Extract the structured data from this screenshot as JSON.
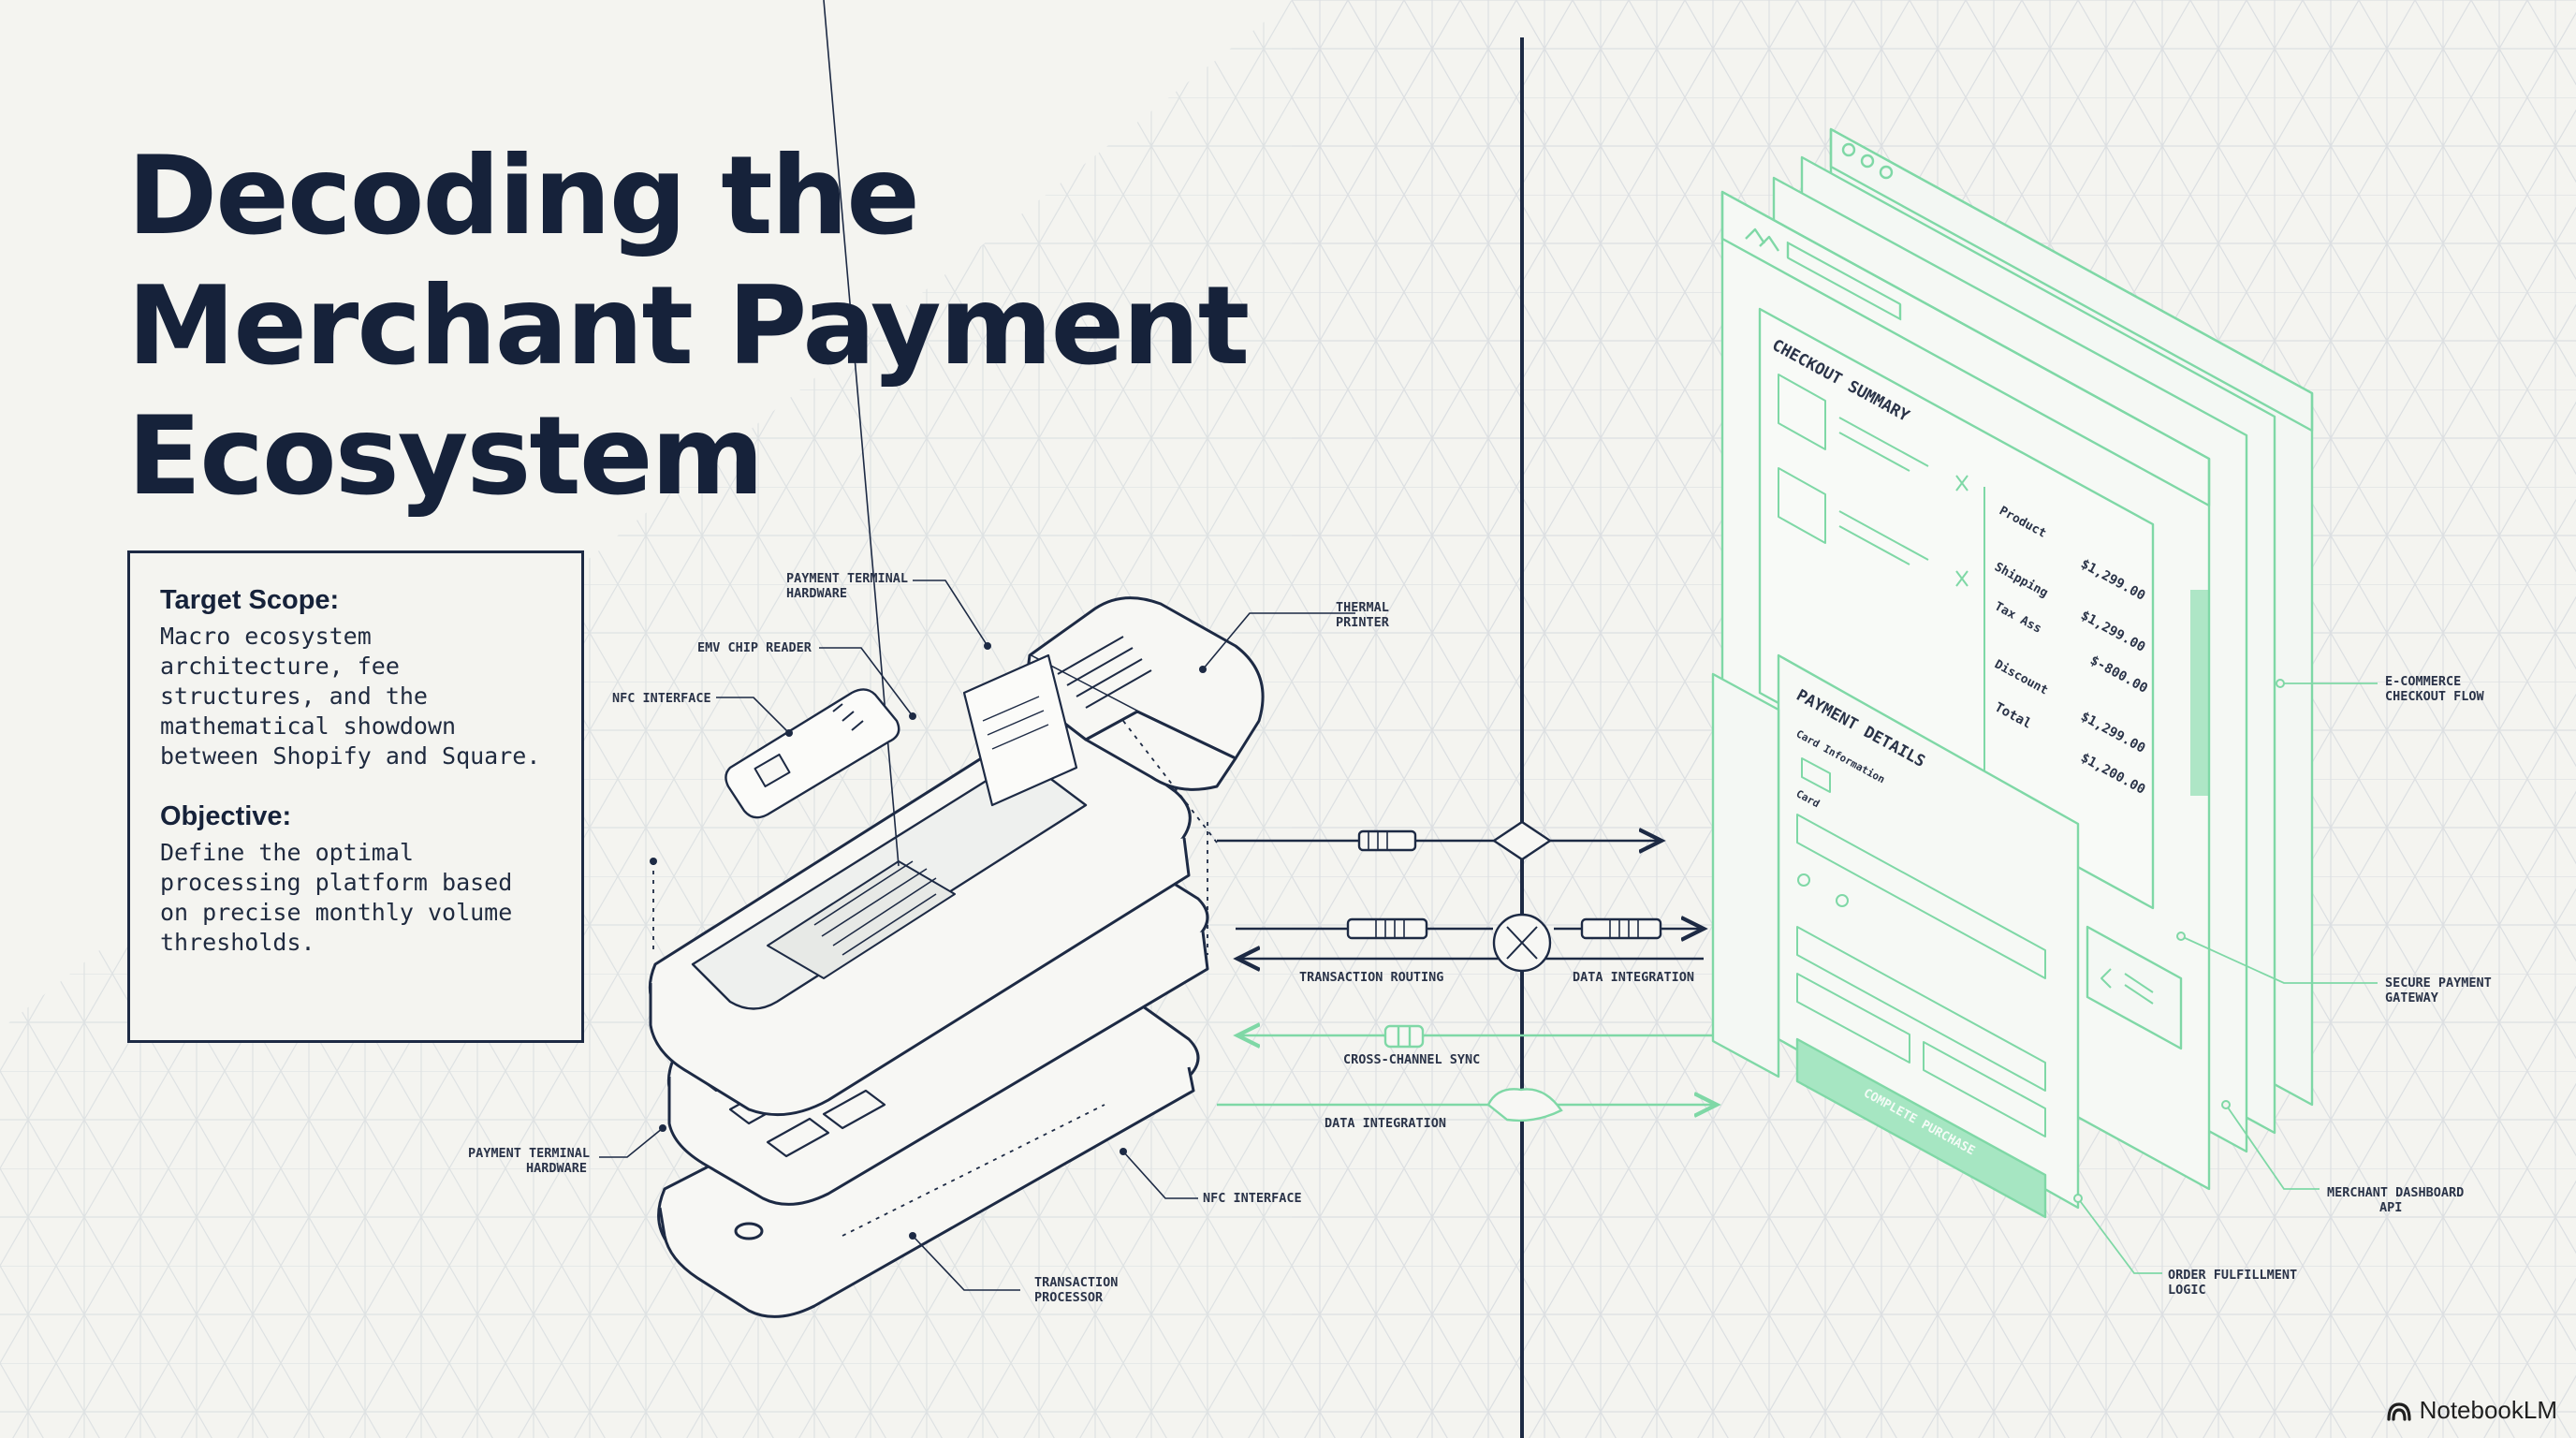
{
  "title": {
    "line1": "Decoding the",
    "line2": "Merchant Payment",
    "line3": "Ecosystem"
  },
  "scope_box": {
    "target_heading": "Target Scope:",
    "target_text": "Macro ecosystem architecture, fee structures, and the mathematical showdown between Shopify and Square.",
    "objective_heading": "Objective:",
    "objective_text": "Define the optimal processing platform based on precise monthly volume thresholds."
  },
  "hardware_labels": {
    "terminal_top": [
      "PAYMENT TERMINAL",
      "HARDWARE"
    ],
    "emv": "EMV CHIP READER",
    "nfc_top": "NFC INTERFACE",
    "thermal": [
      "THERMAL",
      "PRINTER"
    ],
    "terminal_bottom": [
      "PAYMENT TERMINAL",
      "HARDWARE"
    ],
    "nfc_bottom": "NFC INTERFACE",
    "processor": [
      "TRANSACTION",
      "PROCESSOR"
    ]
  },
  "flow_labels": {
    "routing": "TRANSACTION ROUTING",
    "data_integration_right": "DATA INTEGRATION",
    "cross_channel": "CROSS-CHANNEL SYNC",
    "data_integration_bottom": "DATA INTEGRATION"
  },
  "ecommerce_labels": {
    "checkout_flow": [
      "E-COMMERCE",
      "CHECKOUT FLOW"
    ],
    "gateway": [
      "SECURE PAYMENT",
      "GATEWAY"
    ],
    "dashboard": [
      "MERCHANT DASHBOARD",
      "API"
    ],
    "fulfillment": [
      "ORDER FULFILLMENT",
      "LOGIC"
    ]
  },
  "checkout_ui": {
    "summary_title": "CHECKOUT SUMMARY",
    "product": "Product",
    "shipping": "Shipping",
    "tax": "Tax Ass",
    "discount": "Discount",
    "total": "Total",
    "amounts": [
      "$1,299.00",
      "$1,299.00",
      "$-800.00",
      "$1,299.00",
      "$1,200.00"
    ],
    "payment_title": "PAYMENT DETAILS",
    "card_info": "Card Information",
    "card": "Card",
    "button": "COMPLETE PURCHASE"
  },
  "brand": "NotebookLM",
  "colors": {
    "ink": "#16223a",
    "accent_green": "#7fd8a6",
    "background": "#f4f4f0"
  }
}
